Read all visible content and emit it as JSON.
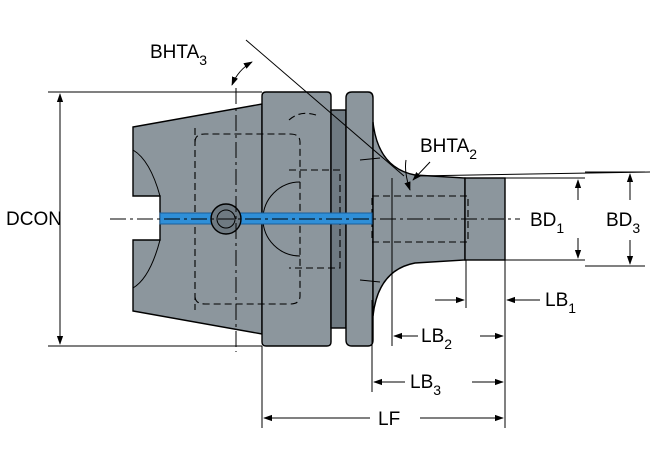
{
  "labels": {
    "dcon": "DCON",
    "bhta3": {
      "base": "BHTA",
      "sub": "3"
    },
    "bhta2": {
      "base": "BHTA",
      "sub": "2"
    },
    "bd1": {
      "base": "BD",
      "sub": "1"
    },
    "bd3": {
      "base": "BD",
      "sub": "3"
    },
    "lb1": {
      "base": "LB",
      "sub": "1"
    },
    "lb2": {
      "base": "LB",
      "sub": "2"
    },
    "lb3": {
      "base": "LB",
      "sub": "3"
    },
    "lf": "LF"
  },
  "colors": {
    "body_fill": "#8c969d",
    "body_shade": "#6f7a82",
    "coolant_channel": "#2f8fd8",
    "line": "#000000"
  }
}
